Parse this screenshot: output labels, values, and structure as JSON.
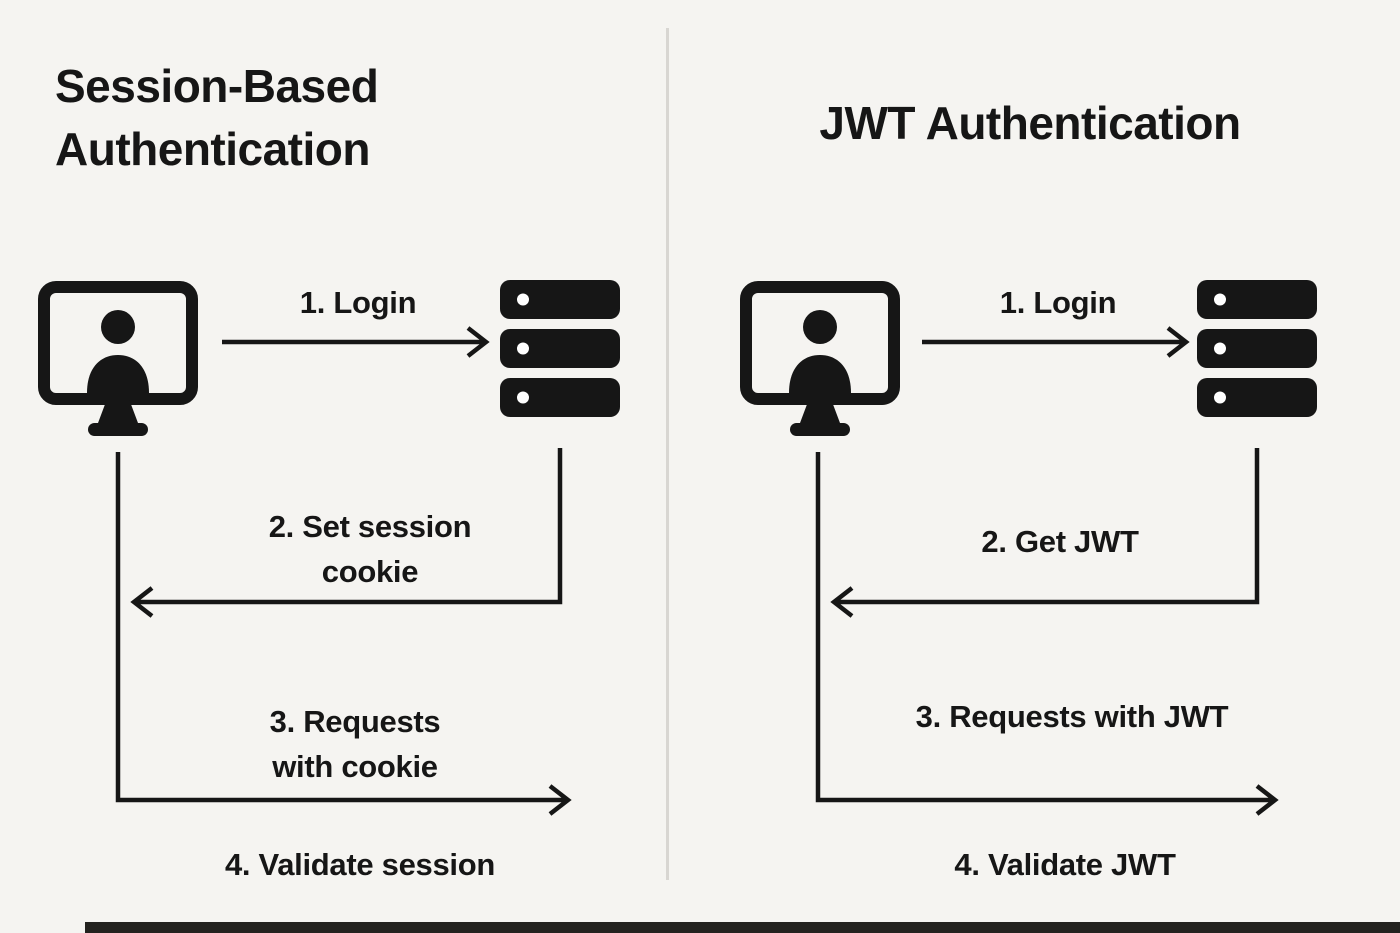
{
  "colors": {
    "background": "#f5f4f1",
    "ink": "#161616",
    "divider": "#d8d6d2"
  },
  "left": {
    "title": "Session-Based\nAuthentication",
    "step1": "1. Login",
    "step2": "2. Set session\ncookie",
    "step3": "3. Requests\nwith cookie",
    "step4": "4. Validate session"
  },
  "right": {
    "title": "JWT Authentication",
    "step1": "1. Login",
    "step2": "2. Get JWT",
    "step3": "3. Requests with JWT",
    "step4": "4. Validate JWT"
  }
}
